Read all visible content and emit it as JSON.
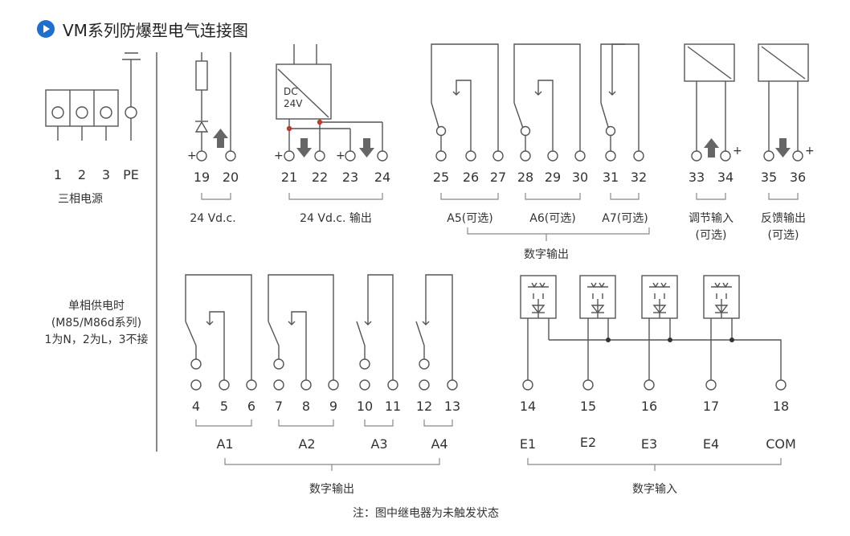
{
  "title": "VM系列防爆型电气连接图",
  "power": {
    "terminals": [
      "1",
      "2",
      "3",
      "PE"
    ],
    "label": "三相电源",
    "single_phase_note": [
      "单相供电时",
      "(M85/M86d系列)",
      "1为N，2为L，3不接"
    ]
  },
  "dc_supply": {
    "terminals": [
      "19",
      "20"
    ],
    "label": "24 Vd.c."
  },
  "dc_output": {
    "module_text": [
      "DC",
      "24V"
    ],
    "terminals": [
      "21",
      "22",
      "23",
      "24"
    ],
    "label": "24 Vd.c. 输出"
  },
  "relays_top": {
    "terminals": [
      "25",
      "26",
      "27",
      "28",
      "29",
      "30",
      "31",
      "32"
    ],
    "labels": [
      "A5(可选)",
      "A6(可选)",
      "A7(可选)"
    ],
    "group_label": "数字输出"
  },
  "analog": {
    "terminals": [
      "33",
      "34",
      "35",
      "36"
    ],
    "labels": [
      [
        "调节输入",
        "(可选)"
      ],
      [
        "反馈输出",
        "(可选)"
      ]
    ]
  },
  "relays_bottom": {
    "terminals": [
      "4",
      "5",
      "6",
      "7",
      "8",
      "9",
      "10",
      "11",
      "12",
      "13"
    ],
    "labels": [
      "A1",
      "A2",
      "A3",
      "A4"
    ],
    "group_label": "数字输出"
  },
  "inputs": {
    "terminals": [
      "14",
      "15",
      "16",
      "17",
      "18"
    ],
    "labels": [
      "E1",
      "E2",
      "E3",
      "E4",
      "COM"
    ],
    "group_label": "数字输入"
  },
  "plus_sign": "+",
  "note": "注：图中继电器为未触发状态"
}
